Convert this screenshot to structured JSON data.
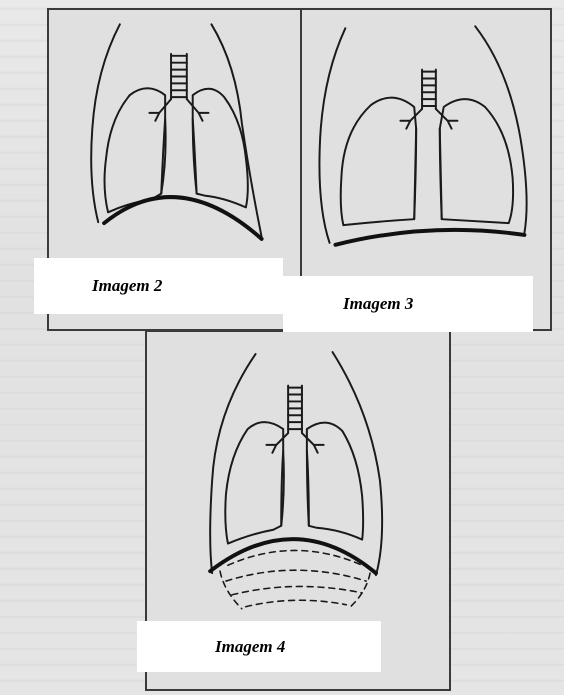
{
  "figures": [
    {
      "id": "2",
      "caption": "Imagem 2",
      "diaphragm": "dome",
      "lungs": "normal",
      "abdominal_contents": false
    },
    {
      "id": "3",
      "caption": "Imagem 3",
      "diaphragm": "flattened",
      "lungs": "expanded",
      "abdominal_contents": false
    },
    {
      "id": "4",
      "caption": "Imagem 4",
      "diaphragm": "dome",
      "lungs": "normal",
      "abdominal_contents": true
    }
  ],
  "colors": {
    "background": "#e4e4e4",
    "ink": "#1a1a1a",
    "caption_box": "#ffffff"
  },
  "icons": {
    "lungs": "lungs-diagram-icon",
    "trachea": "trachea-icon",
    "diaphragm": "diaphragm-line-icon"
  }
}
